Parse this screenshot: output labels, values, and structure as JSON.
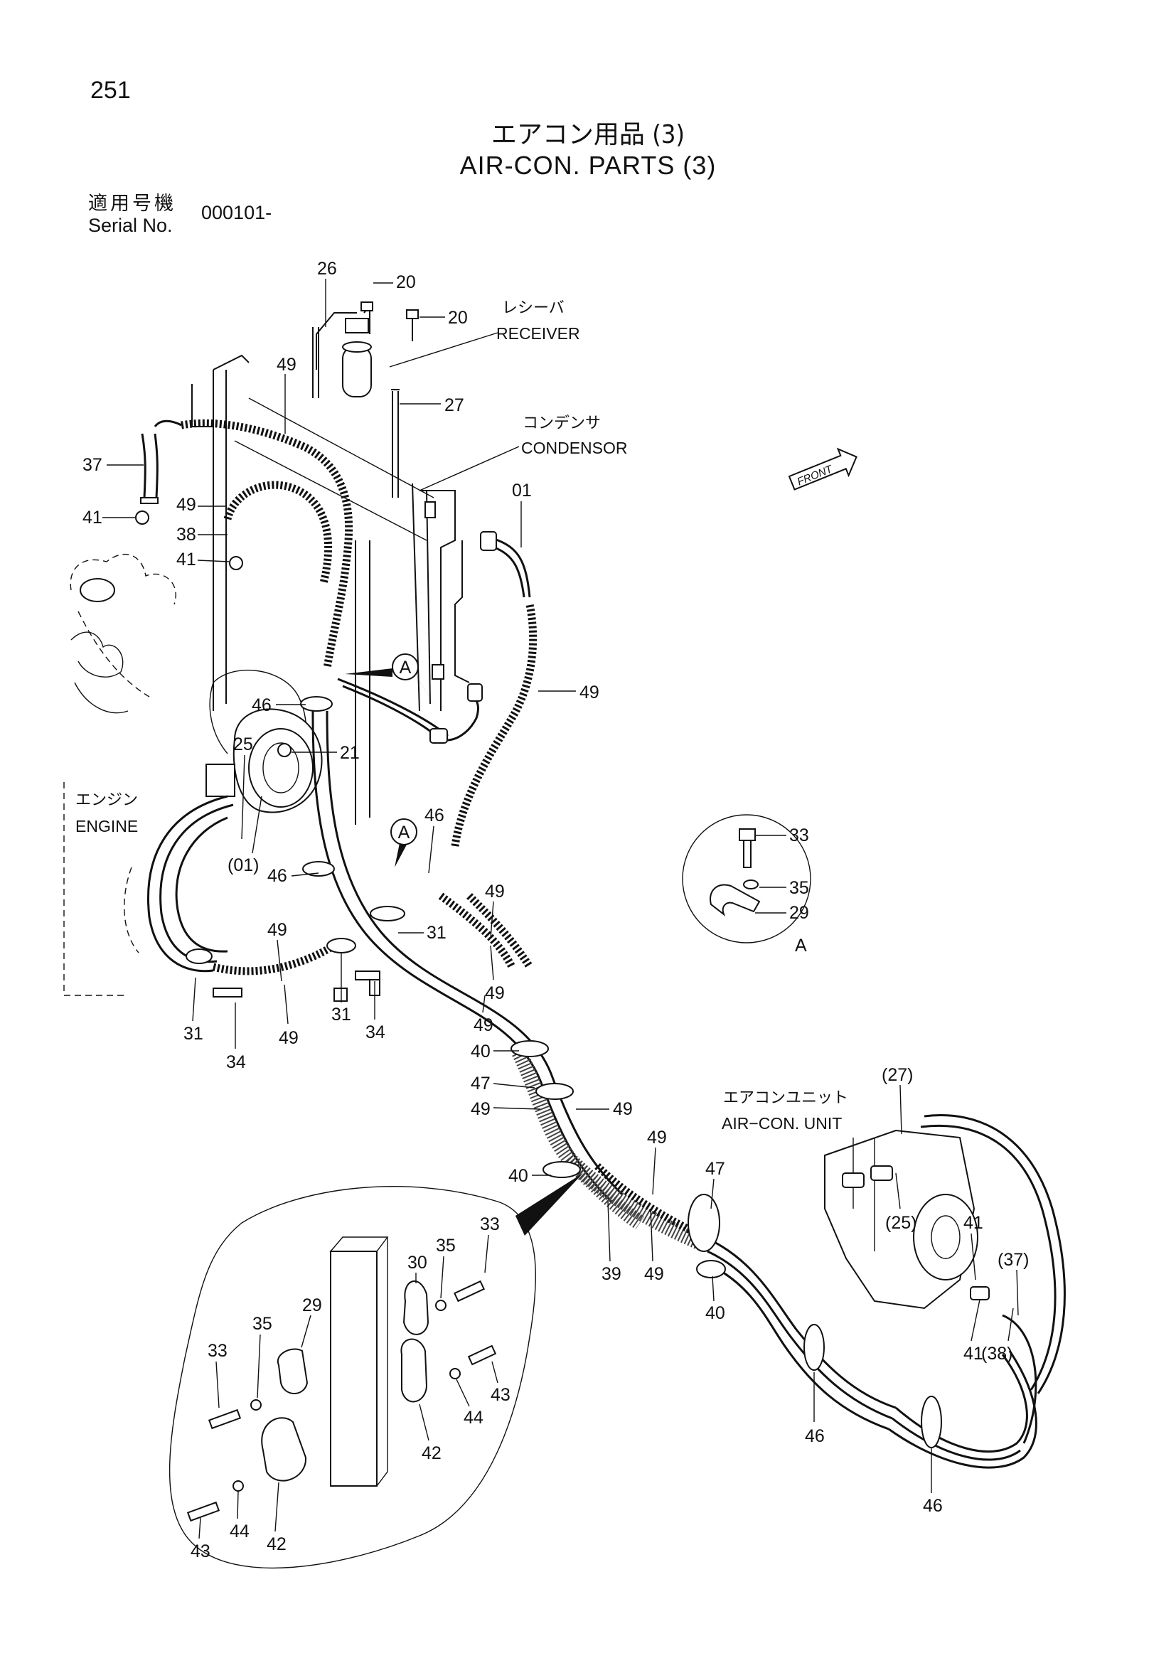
{
  "page": {
    "number": "251"
  },
  "title": {
    "jp": "エアコン用品 (3)",
    "en": "AIR-CON. PARTS (3)"
  },
  "serial": {
    "label_jp": "適用号機",
    "label_en": "Serial No.",
    "value": "000101-"
  },
  "components": {
    "receiver": {
      "jp": "レシーバ",
      "en": "RECEIVER"
    },
    "condensor": {
      "jp": "コンデンサ",
      "en": "CONDENSOR"
    },
    "engine": {
      "jp": "エンジン",
      "en": "ENGINE"
    },
    "aircon_unit": {
      "jp": "エアコンユニット",
      "en": "AIR−CON. UNIT"
    },
    "front_arrow": "FRONT"
  },
  "callouts": {
    "c20a": "20",
    "c20b": "20",
    "c26": "26",
    "c27": "27",
    "c49_top": "49",
    "c37": "37",
    "c41a": "41",
    "c49b": "49",
    "c38": "38",
    "c41b": "41",
    "c01": "01",
    "c49_right": "49",
    "c46a": "46",
    "c25": "25",
    "c21": "21",
    "c01p": "(01)",
    "c46b": "46",
    "c46c": "46",
    "c49c": "49",
    "c31a": "31",
    "c49d": "49",
    "c49e": "49",
    "c31b": "31",
    "c34a": "34",
    "c31c": "31",
    "c34b": "34",
    "c49f": "49",
    "c49g": "49",
    "c40a": "40",
    "c47a": "47",
    "c49h": "49",
    "c49i": "49",
    "c40b": "40",
    "c49j": "49",
    "c39": "39",
    "c49k": "49",
    "c47b": "47",
    "c40c": "40",
    "c27p": "(27)",
    "c25p": "(25)",
    "c41c": "41",
    "c37p": "(37)",
    "c41d": "41",
    "c38p": "(38)",
    "c46d": "46",
    "c46e": "46",
    "detA_33": "33",
    "detA_35": "35",
    "detA_29": "29",
    "detA_label": "A",
    "markA1": "A",
    "markA2": "A",
    "detB_33a": "33",
    "detB_35a": "35",
    "detB_30": "30",
    "detB_33b": "33",
    "detB_35b": "35",
    "detB_29": "29",
    "detB_43a": "43",
    "detB_44a": "44",
    "detB_42a": "42",
    "detB_43b": "43",
    "detB_44b": "44",
    "detB_42b": "42"
  }
}
